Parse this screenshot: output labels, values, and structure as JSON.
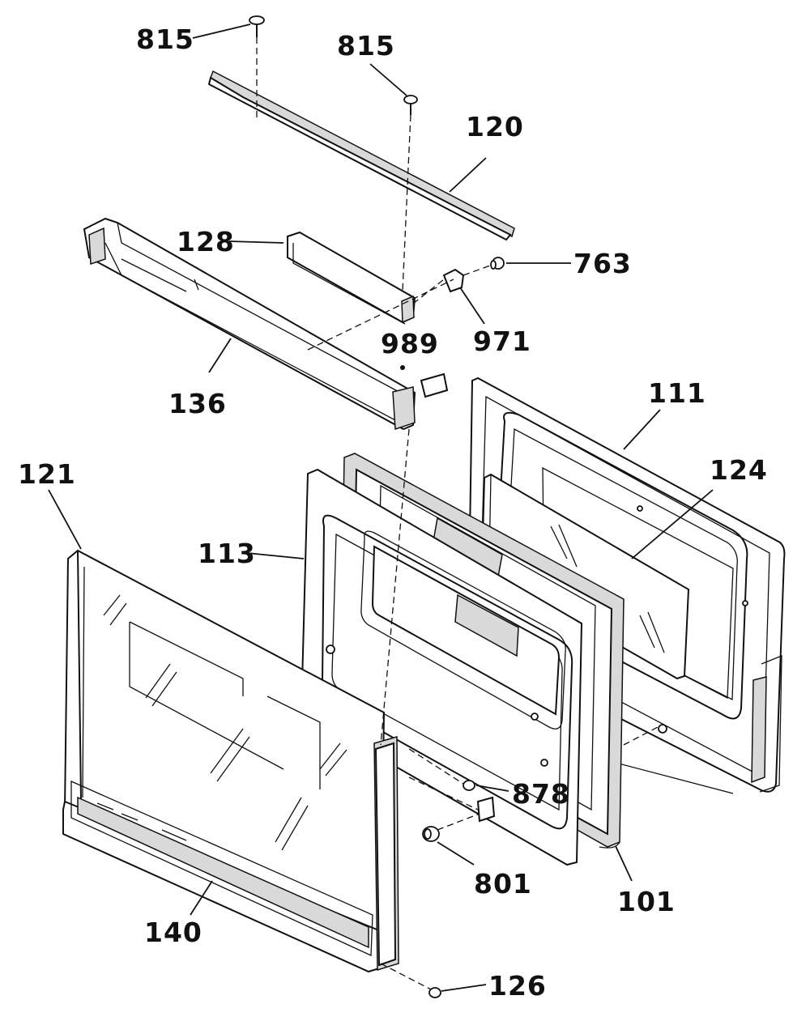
{
  "diagram": {
    "parts": [
      {
        "id": "screw-815-left",
        "label": "815"
      },
      {
        "id": "screw-815-right",
        "label": "815"
      },
      {
        "id": "top-trim-120",
        "label": "120"
      },
      {
        "id": "bracket-128",
        "label": "128"
      },
      {
        "id": "screw-763",
        "label": "763"
      },
      {
        "id": "clip-971",
        "label": "971"
      },
      {
        "id": "clip-989",
        "label": "989"
      },
      {
        "id": "handle-136",
        "label": "136"
      },
      {
        "id": "inner-door-111",
        "label": "111"
      },
      {
        "id": "inner-glass-124",
        "label": "124"
      },
      {
        "id": "glass-frame-113",
        "label": "113"
      },
      {
        "id": "outer-glass-121",
        "label": "121"
      },
      {
        "id": "nut-878",
        "label": "878"
      },
      {
        "id": "screw-801",
        "label": "801"
      },
      {
        "id": "spacer-101",
        "label": "101"
      },
      {
        "id": "bottom-trim-140",
        "label": "140"
      },
      {
        "id": "screw-126",
        "label": "126"
      }
    ]
  }
}
